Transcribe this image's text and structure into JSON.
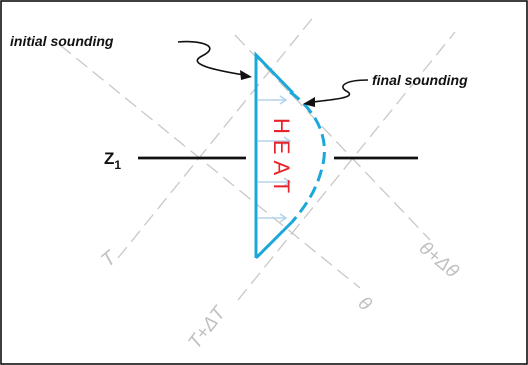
{
  "labels": {
    "initial_sounding": "initial sounding",
    "final_sounding": "final sounding",
    "z1_main": "Z",
    "z1_sub": "1",
    "heat": "HEAT",
    "t": "T",
    "t_plus_dt": "T+ΔT",
    "theta": "θ",
    "theta_plus_dtheta": "θ+Δθ"
  },
  "colors": {
    "sounding": "#1aa7d9",
    "heat_text": "#e8242b",
    "heat_arrows": "#b3d4ec",
    "guide_lines": "#c8c8c8",
    "guide_text": "#c0c0c0",
    "level_line": "#111111",
    "frame": "#000000"
  }
}
